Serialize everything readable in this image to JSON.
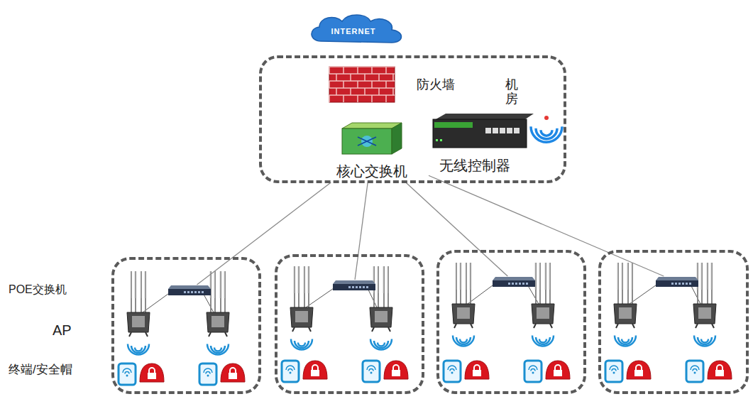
{
  "diagram": {
    "nodes": [
      {
        "text": [
          "INTERNET"
        ]
      },
      {
        "text": [
          "机房"
        ]
      },
      {
        "text": [
          "防火墙"
        ],
        "in": 1
      },
      {
        "text": [
          "核心交换机"
        ],
        "in": 1
      },
      {
        "text": [
          "无线控制器"
        ],
        "in": 1
      },
      {
        "text": []
      },
      {
        "text": [],
        "in": 5
      },
      {
        "text": []
      },
      {
        "text": [],
        "in": 7
      },
      {
        "text": []
      },
      {
        "text": [],
        "in": 9
      },
      {
        "text": []
      },
      {
        "text": [],
        "in": 11
      }
    ],
    "edges": [
      {
        "from": 3,
        "to": 6,
        "arrow": "none"
      },
      {
        "from": 3,
        "to": 8,
        "arrow": "none"
      },
      {
        "from": 3,
        "to": 10,
        "arrow": "none"
      },
      {
        "from": 3,
        "to": 12,
        "arrow": "none"
      }
    ],
    "labels": [
      "POE交换机",
      "AP",
      "终端/安全帽"
    ]
  }
}
